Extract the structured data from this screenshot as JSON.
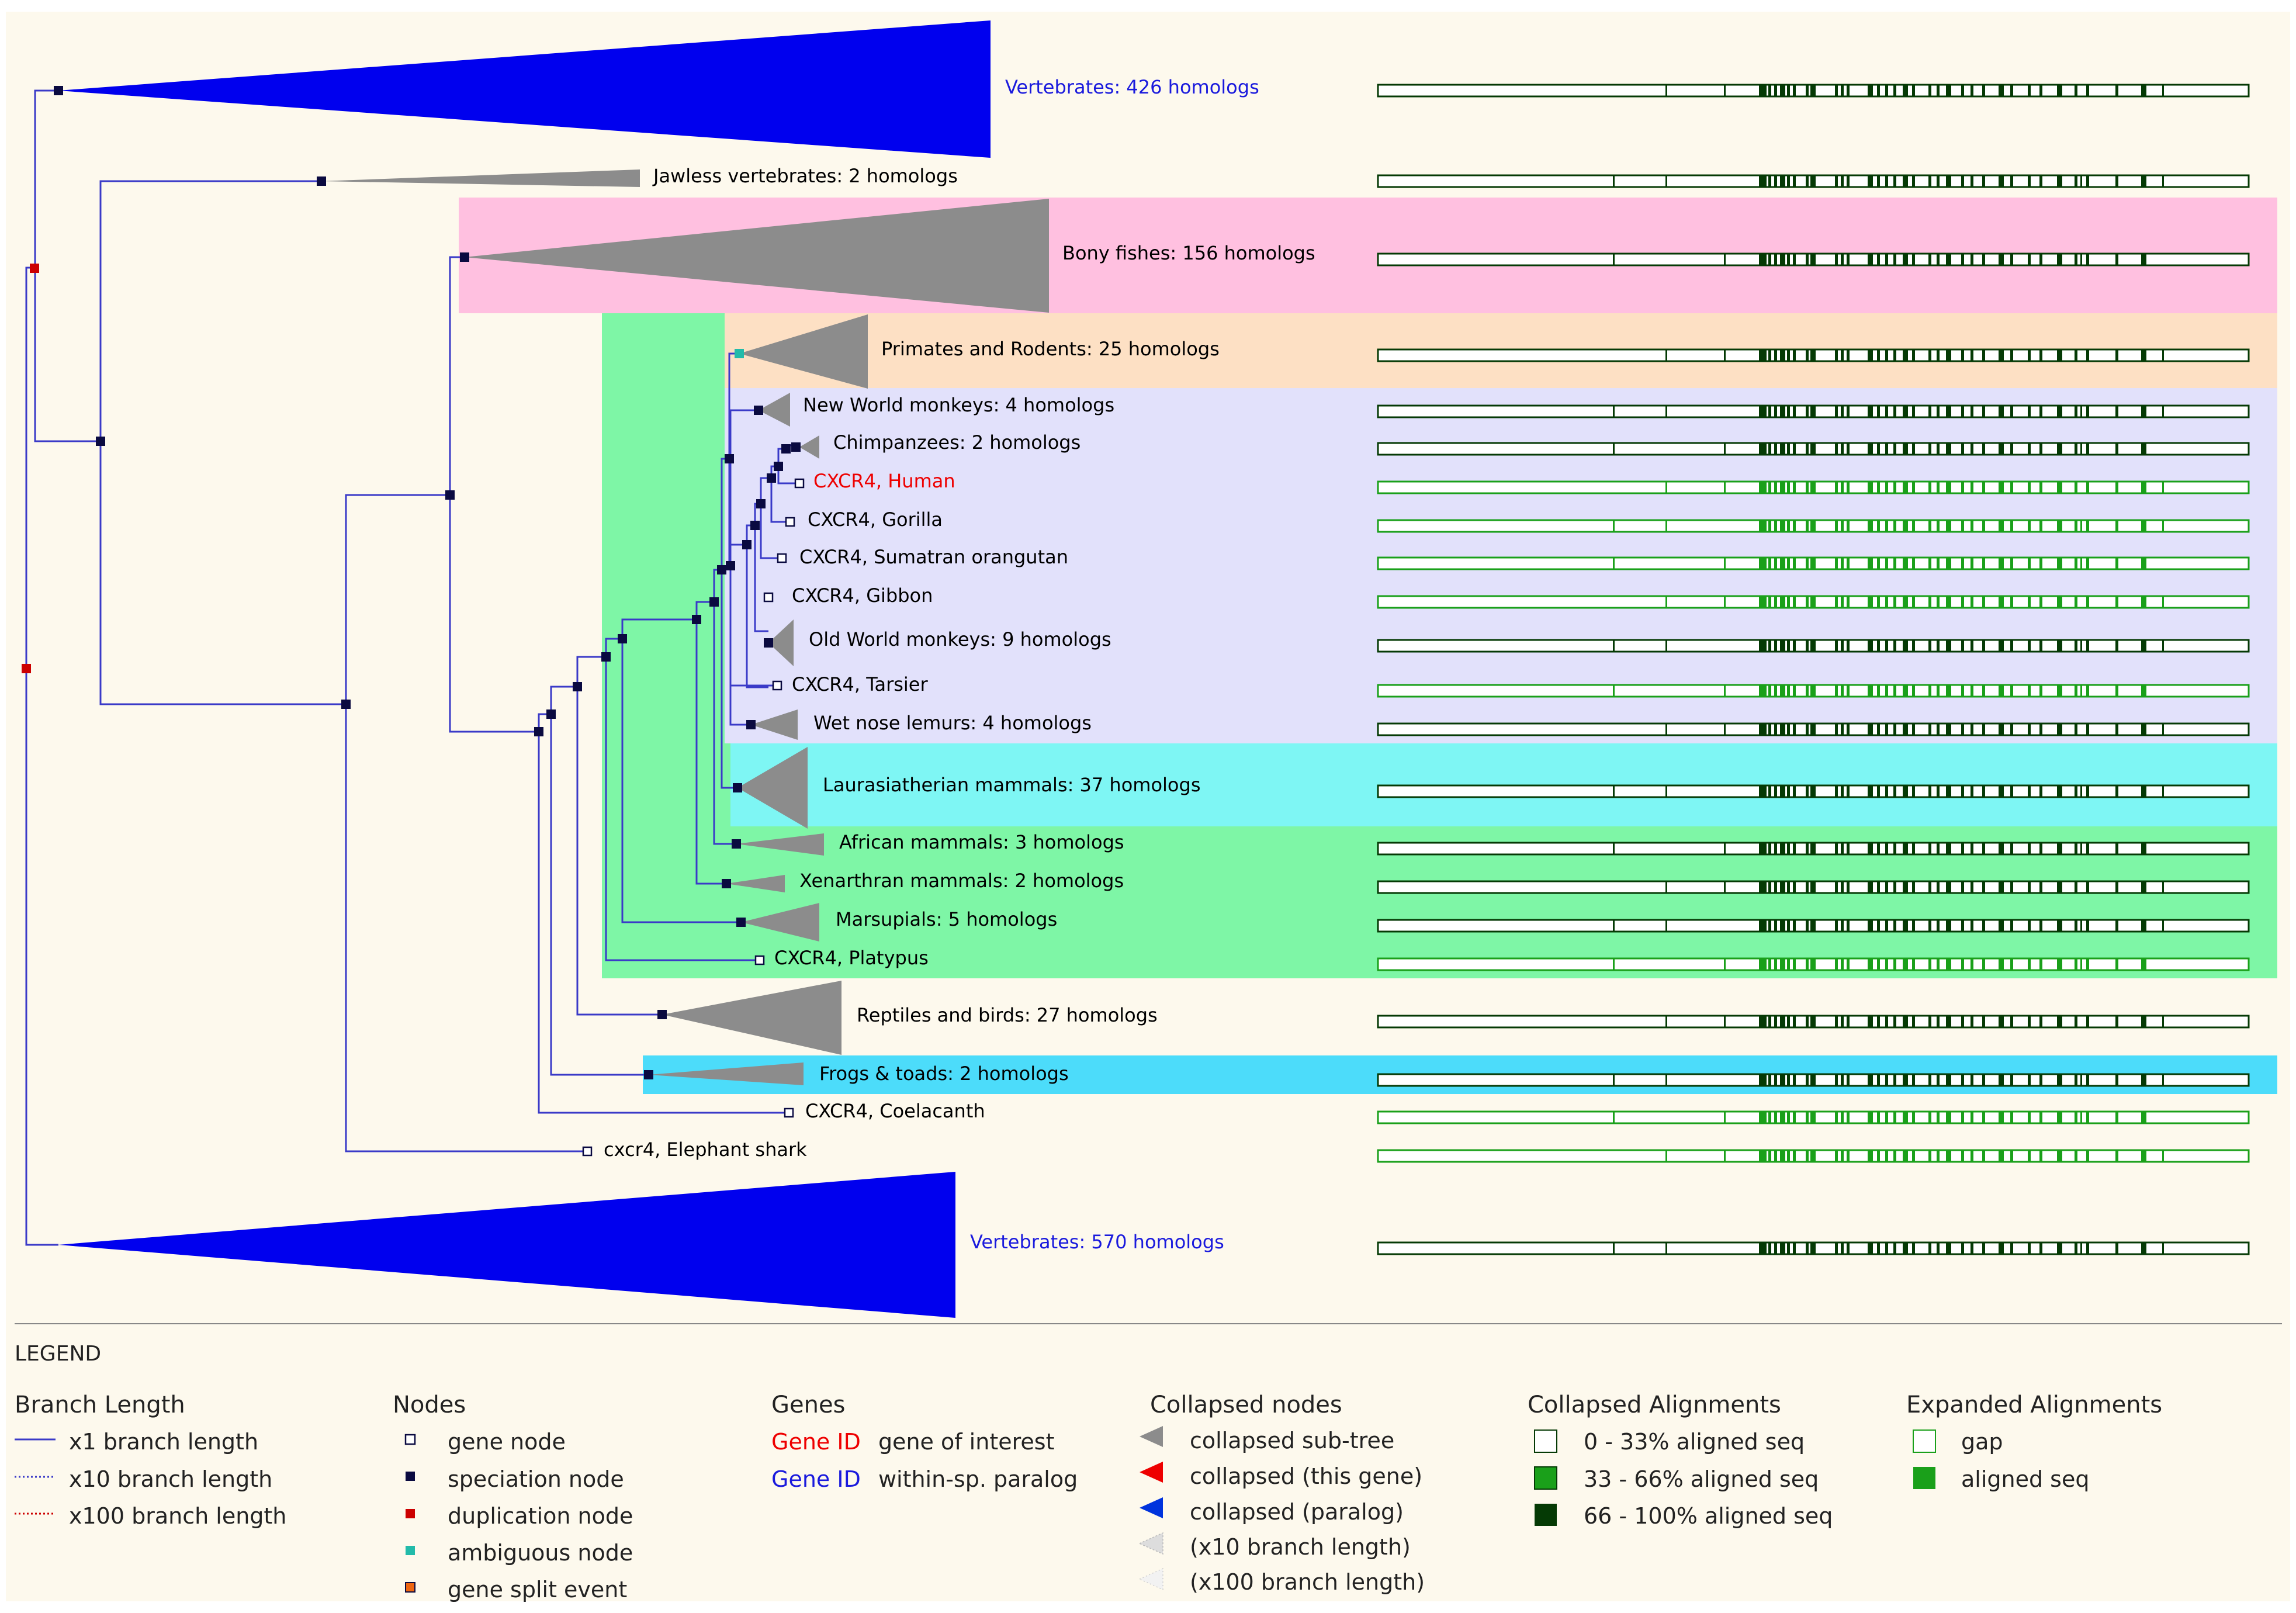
{
  "colors": {
    "panel_bg": "#fdf9ed",
    "branch": "#3a3ac8",
    "speciation": "#0a0a40",
    "duplication": "#cc0000",
    "ambiguous": "#22bbaa",
    "gene_split": "#ee6611",
    "paralog_clade": "#0000ee",
    "collapsed": "#8c8c8c",
    "gene_of_interest": "#ee0000",
    "paralog_text": "#1a1add",
    "aln_dark": "#053a05",
    "aln_mid": "#1aa01a",
    "band_bony_fishes": "#ffc0e0",
    "band_primates_rodents": "#fde0c4",
    "band_primates": "#e2e1fb",
    "band_laurasiatheria": "#7ef6f4",
    "band_mammals": "#7ef6a6",
    "band_frogs": "#4cdcfa"
  },
  "tree_rows": [
    {
      "label": "Vertebrates: 426 homologs",
      "type": "paralog"
    },
    {
      "label": "Jawless vertebrates: 2 homologs",
      "type": "collapsed"
    },
    {
      "label": "Bony fishes: 156 homologs",
      "type": "collapsed"
    },
    {
      "label": "Primates and Rodents: 25 homologs",
      "type": "collapsed"
    },
    {
      "label": "New World monkeys: 4 homologs",
      "type": "collapsed"
    },
    {
      "label": "Chimpanzees: 2 homologs",
      "type": "collapsed"
    },
    {
      "label": "CXCR4, Human",
      "type": "interest"
    },
    {
      "label": "CXCR4, Gorilla",
      "type": "gene"
    },
    {
      "label": "CXCR4, Sumatran orangutan",
      "type": "gene"
    },
    {
      "label": "CXCR4, Gibbon",
      "type": "gene"
    },
    {
      "label": "Old World monkeys: 9 homologs",
      "type": "collapsed"
    },
    {
      "label": "CXCR4, Tarsier",
      "type": "gene"
    },
    {
      "label": "Wet nose lemurs: 4 homologs",
      "type": "collapsed"
    },
    {
      "label": "Laurasiatherian mammals: 37 homologs",
      "type": "collapsed"
    },
    {
      "label": "African mammals: 3 homologs",
      "type": "collapsed"
    },
    {
      "label": "Xenarthran mammals: 2 homologs",
      "type": "collapsed"
    },
    {
      "label": "Marsupials: 5 homologs",
      "type": "collapsed"
    },
    {
      "label": "CXCR4, Platypus",
      "type": "gene"
    },
    {
      "label": "Reptiles and birds: 27 homologs",
      "type": "collapsed"
    },
    {
      "label": "Frogs & toads: 2 homologs",
      "type": "collapsed"
    },
    {
      "label": "CXCR4, Coelacanth",
      "type": "gene"
    },
    {
      "label": "cxcr4, Elephant shark",
      "type": "gene"
    },
    {
      "label": "Vertebrates: 570 homologs",
      "type": "paralog"
    }
  ],
  "legend": {
    "title": "LEGEND",
    "branch_length": {
      "heading": "Branch Length",
      "items": [
        "x1 branch length",
        "x10 branch length",
        "x100 branch length"
      ]
    },
    "nodes": {
      "heading": "Nodes",
      "items": [
        "gene node",
        "speciation node",
        "duplication node",
        "ambiguous node",
        "gene split event"
      ]
    },
    "genes": {
      "heading": "Genes",
      "items": [
        {
          "id": "Gene ID",
          "text": "gene of interest"
        },
        {
          "id": "Gene ID",
          "text": "within-sp. paralog"
        }
      ]
    },
    "collapsed_nodes": {
      "heading": "Collapsed nodes",
      "items": [
        "collapsed sub-tree",
        "collapsed (this gene)",
        "collapsed (paralog)",
        "(x10 branch length)",
        "(x100 branch length)"
      ]
    },
    "collapsed_alignments": {
      "heading": "Collapsed Alignments",
      "items": [
        "0 - 33% aligned seq",
        "33 - 66% aligned seq",
        "66 - 100% aligned seq"
      ]
    },
    "expanded_alignments": {
      "heading": "Expanded Alignments",
      "items": [
        "gap",
        "aligned seq"
      ]
    }
  }
}
